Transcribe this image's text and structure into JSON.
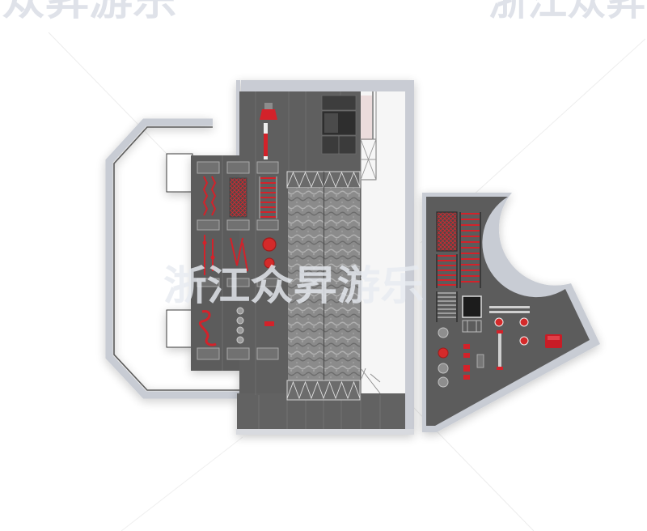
{
  "watermark": {
    "top_left": "众昇游乐",
    "top_right": "浙江众昇",
    "center": "浙江众昇游乐"
  },
  "colors": {
    "background": "#ffffff",
    "wall": "#c9ccd4",
    "floor": "#5b5b5b",
    "equipment_red": "#d3232b",
    "foam_pit": "#8b8b8b",
    "watermark": "#e7eaf0"
  }
}
